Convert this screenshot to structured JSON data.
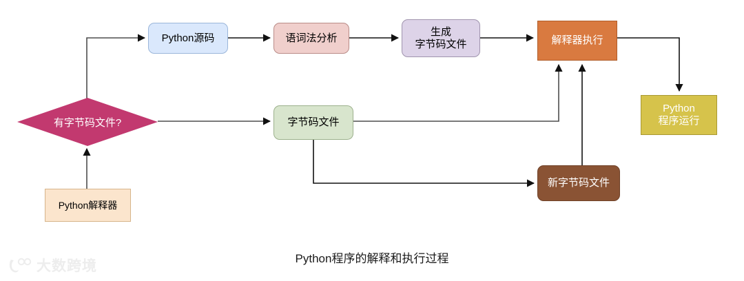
{
  "diagram": {
    "caption": "Python程序的解释和执行过程",
    "nodes": {
      "decision": {
        "label": "有字节码文件?",
        "color": "#c2396f"
      },
      "source": {
        "label": "Python源码",
        "color": "#dae8fc"
      },
      "lexical": {
        "label": "语词法分析",
        "color": "#f0cfcc"
      },
      "generate": {
        "label": "生成\n字节码文件",
        "color": "#ddd3e8"
      },
      "interpreter_exec": {
        "label": "解释器执行",
        "color": "#d97a40"
      },
      "program_run": {
        "label": "Python\n程序运行",
        "color": "#d6c34b"
      },
      "bytecode_file": {
        "label": "字节码文件",
        "color": "#d8e5cd"
      },
      "new_bytecode_file": {
        "label": "新字节码文件",
        "color": "#8a5334"
      },
      "python_interpreter": {
        "label": "Python解释器",
        "color": "#fbe5cd"
      }
    },
    "edge_color": "#4d4d4d"
  },
  "watermark": {
    "text": "大数跨境",
    "color": "#ededed"
  }
}
